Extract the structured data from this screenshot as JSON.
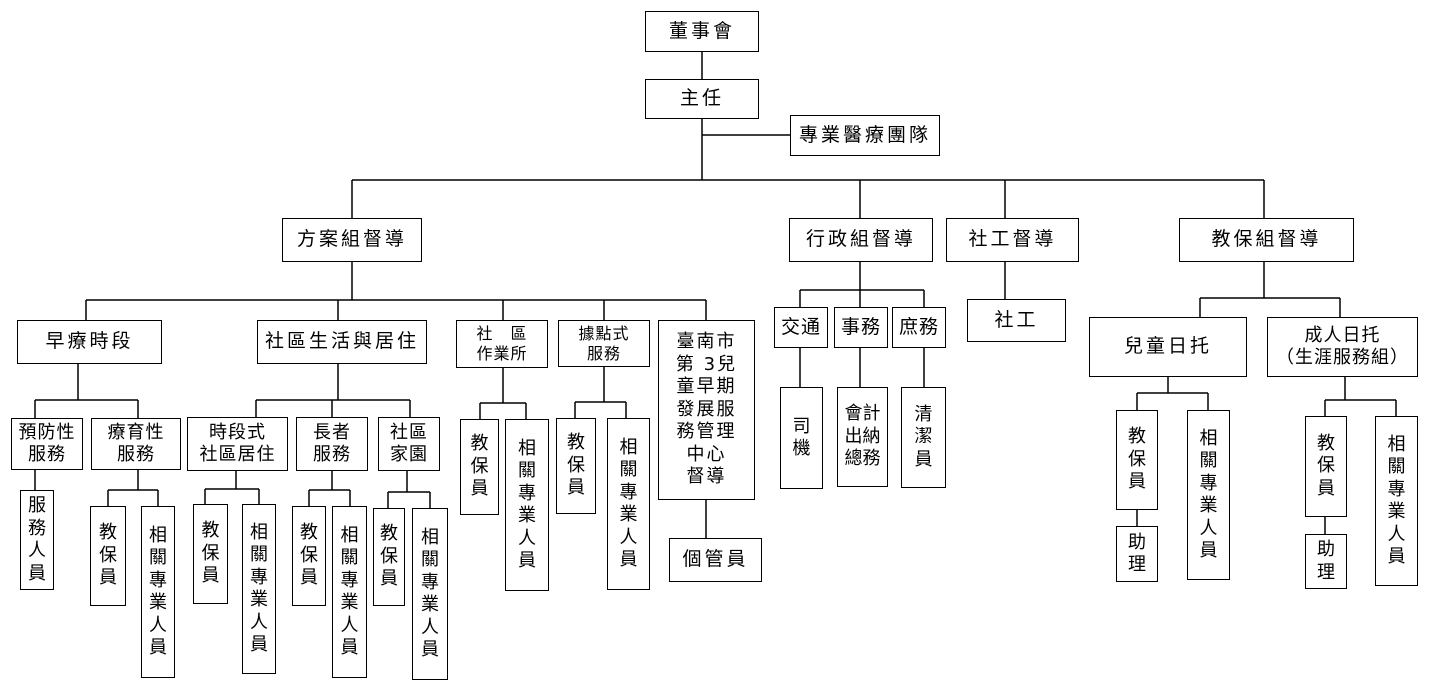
{
  "nodes": {
    "board": "董事會",
    "director": "主任",
    "medical_team": "專業醫療團隊",
    "program_supervisor": "方案組督導",
    "admin_supervisor": "行政組督導",
    "social_supervisor": "社工督導",
    "edu_supervisor": "教保組督導",
    "early_session": "早療時段",
    "community_living": "社區生活與居住",
    "community_workshop": "社　區\n作業所",
    "point_service": "據點式\n服務",
    "tainan_center": "臺南市\n第 3兒\n童早期\n發展服\n務管理\n中心\n督導",
    "transport": "交通",
    "affairs": "事務",
    "general_affairs": "庶務",
    "social_worker": "社工",
    "child_daycare": "兒童日托",
    "adult_daycare": "成人日托\n（生涯服務組）",
    "prevention_service": "預防性\n服務",
    "therapy_service": "療育性\n服務",
    "timed_living": "時段式\n社區居住",
    "elder_service": "長者\n服務",
    "community_garden": "社區\n家園",
    "service_staff": "服\n務\n人\n員",
    "therapy_teacher": "教\n保\n員",
    "therapy_professional": "相\n關\n專\n業\n人\n員",
    "timed_teacher": "教\n保\n員",
    "timed_professional": "相\n關\n專\n業\n人\n員",
    "elder_teacher": "教\n保\n員",
    "elder_professional": "相\n關\n專\n業\n人\n員",
    "garden_teacher": "教\n保\n員",
    "garden_professional": "相\n關\n專\n業\n人\n員",
    "workshop_teacher": "教\n保\n員",
    "workshop_professional": "相\n關\n專\n業\n人\n員",
    "point_teacher": "教\n保\n員",
    "point_professional": "相\n關\n專\n業\n人\n員",
    "case_manager": "個管員",
    "driver": "司\n機",
    "accountant_cashier": "會計\n出納\n總務",
    "cleaner": "清\n潔\n員",
    "child_teacher": "教\n保\n員",
    "child_assistant": "助\n理",
    "child_professional": "相\n關\n專\n業\n人\n員",
    "adult_teacher": "教\n保\n員",
    "adult_assistant": "助\n理",
    "adult_professional": "相\n關\n專\n業\n人\n員"
  }
}
